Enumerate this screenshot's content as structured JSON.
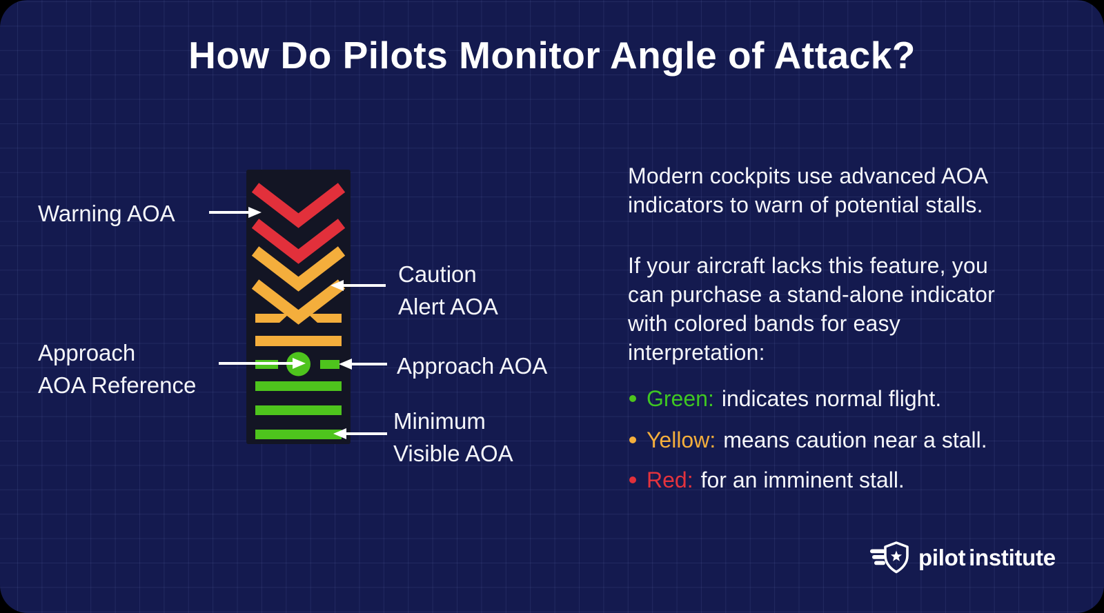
{
  "title": "How Do Pilots Monitor Angle of Attack?",
  "diagram": {
    "panel_color": "#131524",
    "chevron_red": "#E2303B",
    "chevron_yellow": "#F4AE3C",
    "bar_green": "#4EC41D",
    "labels": {
      "warning": "Warning AOA",
      "caution": [
        "Caution",
        "Alert AOA"
      ],
      "approach_reference": [
        "Approach",
        "AOA Reference"
      ],
      "approach": "Approach AOA",
      "minimum": [
        "Minimum",
        "Visible AOA"
      ]
    }
  },
  "body": {
    "paragraph1": [
      "Modern cockpits use advanced AOA",
      "indicators to warn of potential stalls."
    ],
    "paragraph2": [
      "If your aircraft lacks this feature, you",
      "can purchase a stand-alone indicator",
      "with colored bands for easy",
      "interpretation:"
    ],
    "legend": [
      {
        "term": "Green:",
        "desc": "indicates normal flight.",
        "color": "#3FC722"
      },
      {
        "term": "Yellow:",
        "desc": "means caution near a stall.",
        "color": "#F4AE3C"
      },
      {
        "term": "Red:",
        "desc": "for an imminent stall.",
        "color": "#E4333D"
      }
    ]
  },
  "logo": {
    "brand_first": "pilot",
    "brand_second": "institute"
  }
}
